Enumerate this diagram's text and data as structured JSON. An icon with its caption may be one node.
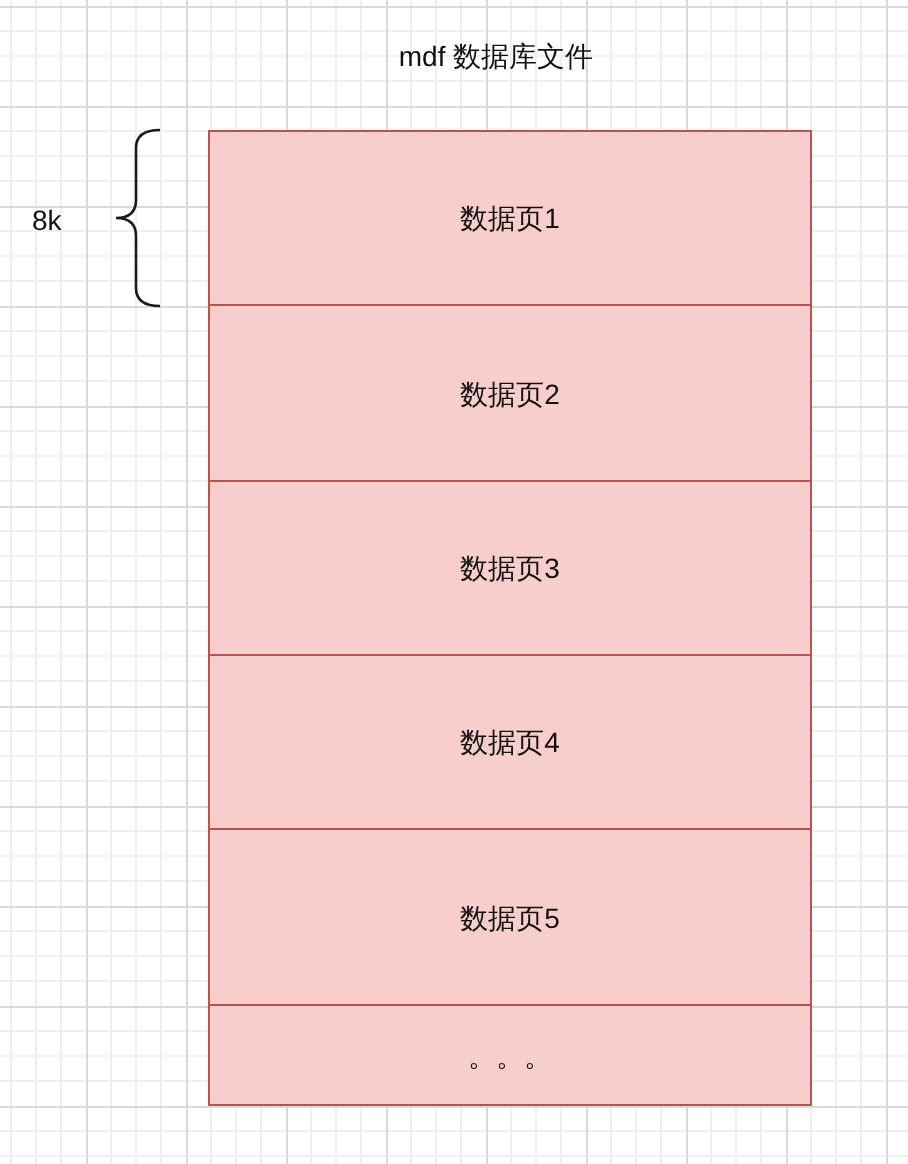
{
  "diagram": {
    "title": "mdf 数据库文件",
    "nodes": [
      {
        "text": [
          "数据页1"
        ]
      },
      {
        "text": [
          "数据页2"
        ]
      },
      {
        "text": [
          "数据页3"
        ]
      },
      {
        "text": [
          "数据页4"
        ]
      },
      {
        "text": [
          "数据页5"
        ]
      },
      {
        "text": [
          "。。。"
        ]
      }
    ],
    "labels": [
      "8k"
    ]
  }
}
